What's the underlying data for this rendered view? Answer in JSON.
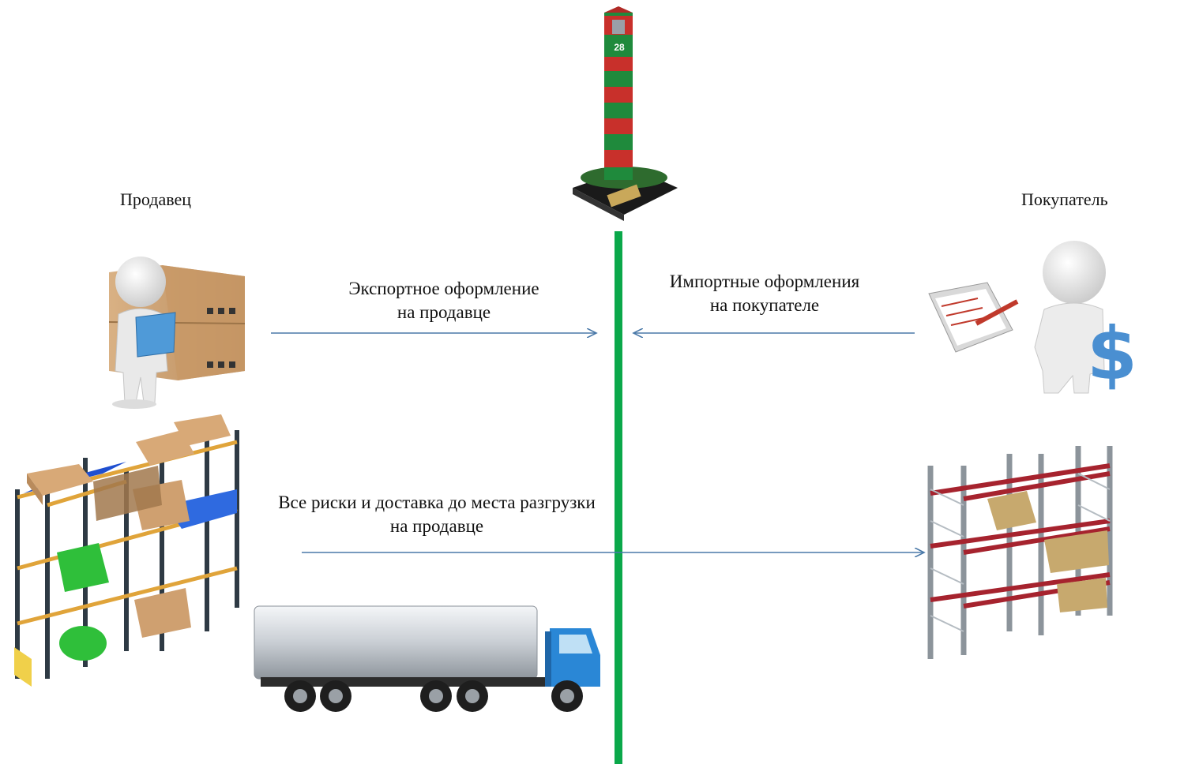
{
  "seller_label": "Продавец",
  "buyer_label": "Покупатель",
  "export_text": {
    "line1": "Экспортное оформление",
    "line2": "на продавце"
  },
  "import_text": {
    "line1": "Импортные оформления",
    "line2": "на покупателе"
  },
  "risk_text": {
    "line1": "Все риски и доставка до места разгрузки",
    "line2": "на продавце"
  },
  "border_post_number": "28",
  "colors": {
    "border_line": "#0aa84a",
    "arrow": "#4a79a8",
    "post_red": "#c8302b",
    "post_green": "#1f8a3c"
  }
}
